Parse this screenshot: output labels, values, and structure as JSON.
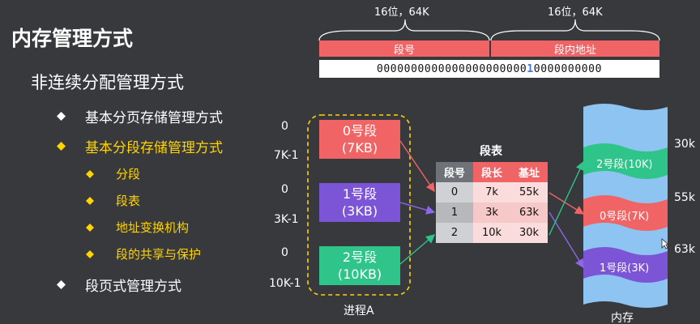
{
  "title": "内存管理方式",
  "outline": {
    "l1": "非连续分配管理方式",
    "l2": [
      "基本分页存储管理方式",
      "基本分段存储管理方式",
      "段页式管理方式"
    ],
    "l3": [
      "分段",
      "段表",
      "地址变换机构",
      "段的共享与保护"
    ]
  },
  "address": {
    "left_width": "16位，64K",
    "right_width": "16位，64K",
    "seg_no_label": "段号",
    "offset_label": "段内地址",
    "bits_left": "0000000000000000000000",
    "bits_one": "1",
    "bits_right": "0000000000"
  },
  "process": {
    "label": "进程A",
    "segments": [
      {
        "name": "0号段",
        "size": "(7KB)",
        "start": "0",
        "end": "7K-1",
        "color": "#f06466"
      },
      {
        "name": "1号段",
        "size": "(3KB)",
        "start": "0",
        "end": "3K-1",
        "color": "#7c55d6"
      },
      {
        "name": "2号段",
        "size": "(10KB)",
        "start": "0",
        "end": "10K-1",
        "color": "#2fc489"
      }
    ]
  },
  "segment_table": {
    "title": "段表",
    "headers": [
      "段号",
      "段长",
      "基址"
    ],
    "rows": [
      [
        "0",
        "7k",
        "55k"
      ],
      [
        "1",
        "3k",
        "63k"
      ],
      [
        "2",
        "10k",
        "30k"
      ]
    ]
  },
  "memory": {
    "label": "内存",
    "blocks": [
      {
        "label": "2号段(10K)",
        "color": "#2fc489"
      },
      {
        "label": "0号段(7K)",
        "color": "#f06466"
      },
      {
        "label": "1号段(3K)",
        "color": "#7c55d6"
      }
    ],
    "addresses": [
      "30k",
      "55k",
      "63k"
    ]
  },
  "colors": {
    "background": "#37393d",
    "accent_yellow": "#ffd400",
    "memory_blue": "#8ec4f2"
  }
}
